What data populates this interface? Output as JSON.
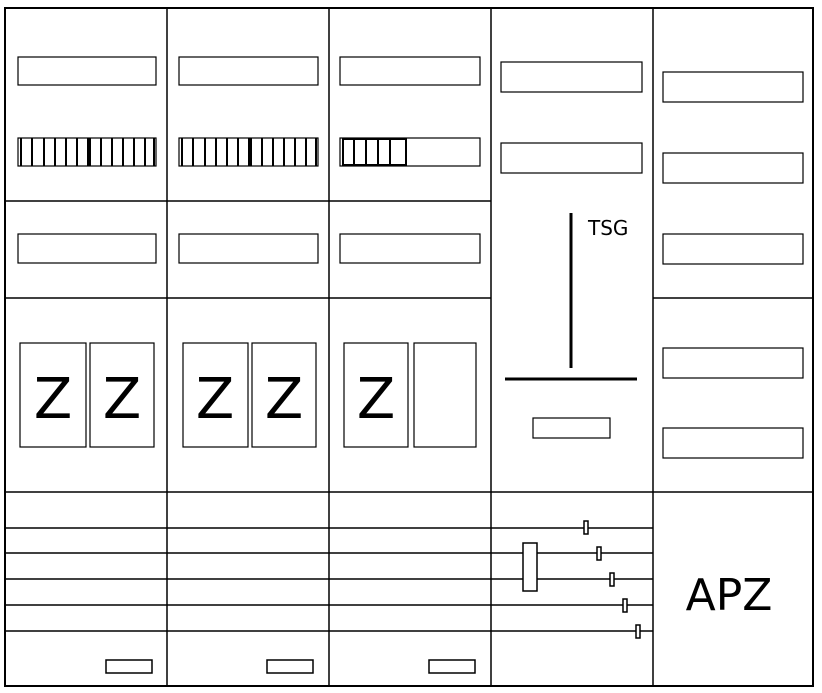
{
  "labels": {
    "tsg": "TSG",
    "apz": "APZ"
  },
  "meter_glyph": "Z",
  "columns": [
    {
      "id": "col-1",
      "meters": [
        "Z",
        "Z"
      ]
    },
    {
      "id": "col-2",
      "meters": [
        "Z",
        "Z"
      ]
    },
    {
      "id": "col-3",
      "meters": [
        "Z",
        ""
      ]
    },
    {
      "id": "col-4",
      "role": "tsg"
    },
    {
      "id": "col-5",
      "role": "apz"
    }
  ],
  "colors": {
    "line": "#000000",
    "background": "#ffffff"
  }
}
